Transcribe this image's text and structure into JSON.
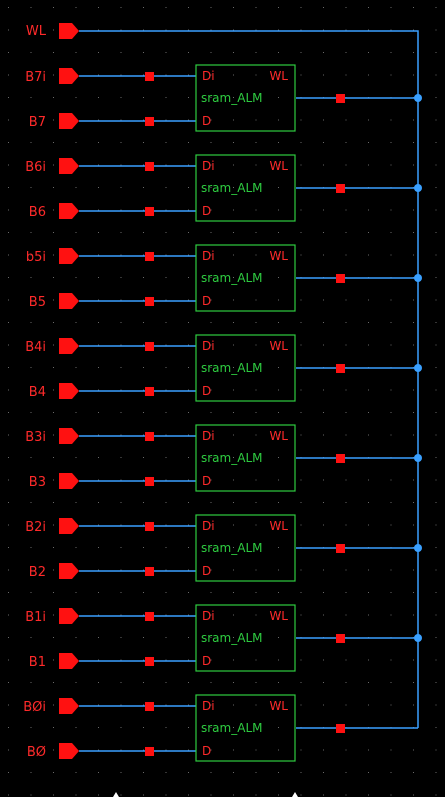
{
  "schematic": {
    "global_pin": "WL",
    "cell_name": "sram_ALM",
    "cell_pins": {
      "input_i": "Di",
      "input_d": "D",
      "output": "WL"
    },
    "rows": [
      {
        "pin_i": "B7i",
        "pin_d": "B7"
      },
      {
        "pin_i": "B6i",
        "pin_d": "B6"
      },
      {
        "pin_i": "b5i",
        "pin_d": "B5"
      },
      {
        "pin_i": "B4i",
        "pin_d": "B4"
      },
      {
        "pin_i": "B3i",
        "pin_d": "B3"
      },
      {
        "pin_i": "B2i",
        "pin_d": "B2"
      },
      {
        "pin_i": "B1i",
        "pin_d": "B1"
      },
      {
        "pin_i": "BØi",
        "pin_d": "BØ"
      }
    ],
    "colors": {
      "background": "#000000",
      "wire": "#3aa0ff",
      "pin": "#ff1111",
      "cell": "#2ecc40",
      "grid": "#6a6a6a"
    }
  }
}
